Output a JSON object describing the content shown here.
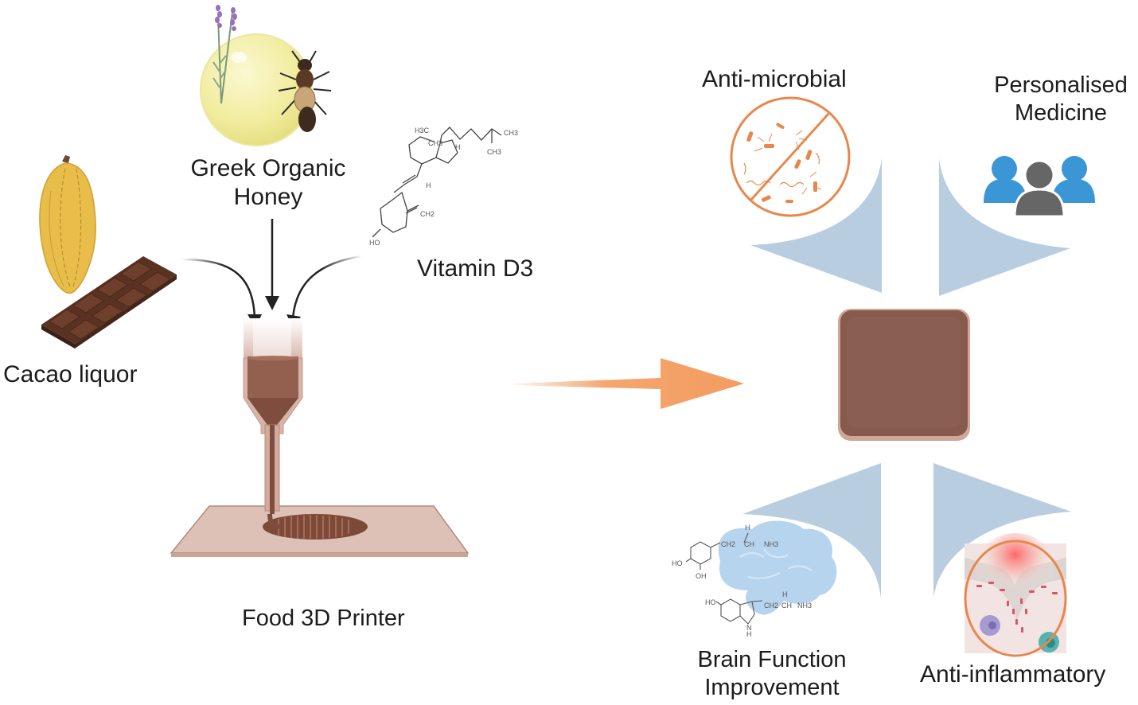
{
  "ingredients": {
    "honey": {
      "line1": "Greek Organic",
      "line2": "Honey"
    },
    "vitamin": {
      "label": "Vitamin D3"
    },
    "cacao": {
      "label": "Cacao liquor"
    }
  },
  "printer": {
    "label": "Food 3D Printer"
  },
  "benefits": {
    "antimicrobial": {
      "label": "Anti-microbial"
    },
    "personalised": {
      "line1": "Personalised",
      "line2": "Medicine"
    },
    "brain": {
      "line1": "Brain Function",
      "line2": "Improvement"
    },
    "antiinflammatory": {
      "label": "Anti-inflammatory"
    }
  },
  "chem_labels": {
    "vitD": [
      "H3C",
      "CH3",
      "CH3",
      "CH3",
      "H",
      "H",
      "CH2",
      "HO"
    ],
    "dopamine": [
      "CH2",
      "CH",
      "NH3",
      "H",
      "HO",
      "OH"
    ],
    "serotonin": [
      "HO",
      "CH2",
      "CH",
      "NH3",
      "H",
      "N",
      "H"
    ]
  },
  "colors": {
    "chocolate": "#865a4c",
    "arrow_orange": "#f39c5f",
    "petal_blue": "#b9cde1",
    "person_blue": "#3b96d6",
    "person_gray": "#666666",
    "microbe_orange": "#e8874d",
    "honey_yellow": "#f3efa6"
  }
}
